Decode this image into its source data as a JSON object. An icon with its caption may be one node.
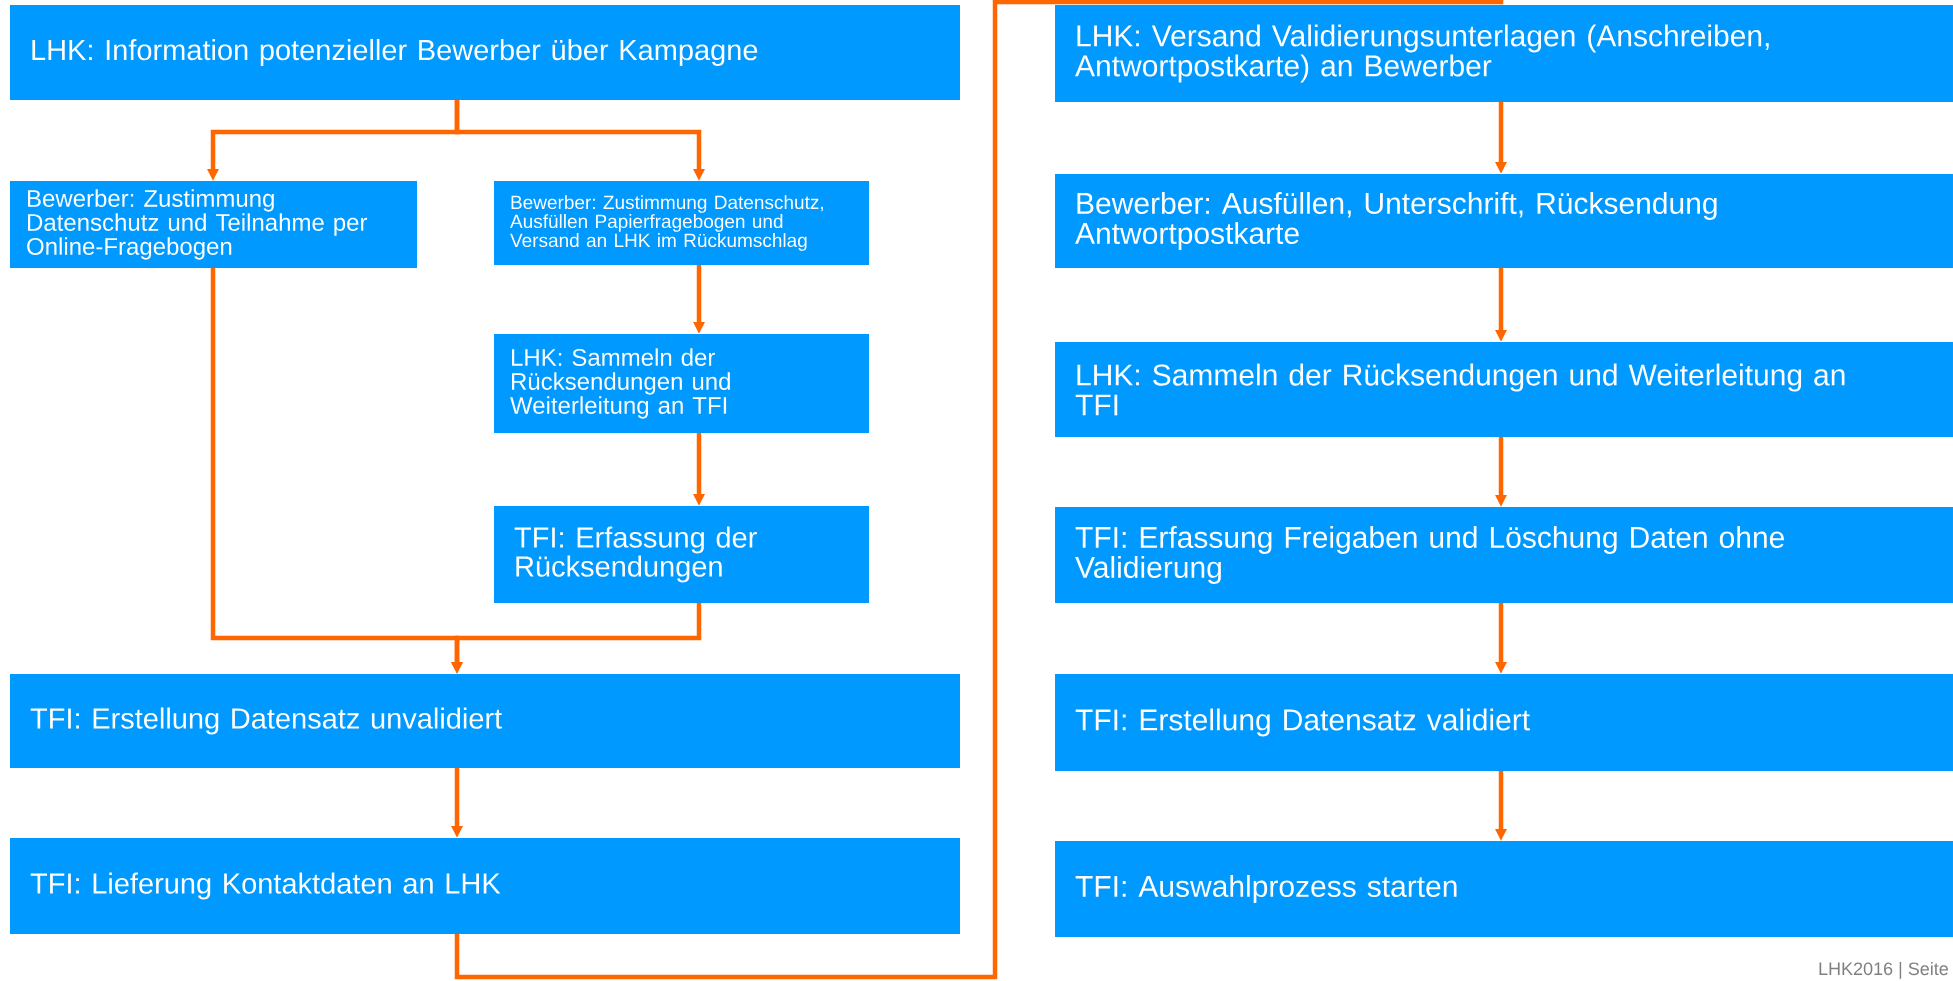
{
  "diagram": {
    "nodes": [
      {
        "text": [
          "LHK: Information potenzieller Bewerber über Kampagne"
        ]
      },
      {
        "text": [
          "Bewerber: Zustimmung Datenschutz und Teilnahme per Online-Fragebogen"
        ]
      },
      {
        "text": [
          "Bewerber: Zustimmung Datenschutz, Ausfüllen Papierfragebogen und Versand an LHK im Rückumschlag"
        ]
      },
      {
        "text": [
          "LHK: Sammeln der Rücksendungen und Weiterleitung an TFI"
        ]
      },
      {
        "text": [
          "TFI: Erfassung der Rücksendungen"
        ]
      },
      {
        "text": [
          "TFI: Erstellung Datensatz unvalidiert"
        ]
      },
      {
        "text": [
          "TFI: Lieferung Kontaktdaten an LHK"
        ]
      },
      {
        "text": [
          "LHK: Versand Validierungsunterlagen (Anschreiben, Antwortpostkarte) an Bewerber"
        ]
      },
      {
        "text": [
          "Bewerber: Ausfüllen, Unterschrift, Rücksendung Antwortpostkarte"
        ]
      },
      {
        "text": [
          "LHK: Sammeln der Rücksendungen und Weiterleitung an TFI"
        ]
      },
      {
        "text": [
          "TFI: Erfassung Freigaben und Löschung Daten ohne Validierung"
        ]
      },
      {
        "text": [
          "TFI: Erstellung Datensatz validiert"
        ]
      },
      {
        "text": [
          "TFI: Auswahlprozess starten"
        ]
      }
    ],
    "edges": [
      {
        "from": 0,
        "to": 1,
        "arrow": "to"
      },
      {
        "from": 0,
        "to": 2,
        "arrow": "to"
      },
      {
        "from": 2,
        "to": 3,
        "arrow": "to"
      },
      {
        "from": 3,
        "to": 4,
        "arrow": "to"
      },
      {
        "from": 1,
        "to": 5,
        "arrow": "to"
      },
      {
        "from": 4,
        "to": 5,
        "arrow": "to"
      },
      {
        "from": 5,
        "to": 6,
        "arrow": "to"
      },
      {
        "from": 6,
        "to": 7,
        "arrow": "to"
      },
      {
        "from": 7,
        "to": 8,
        "arrow": "to"
      },
      {
        "from": 8,
        "to": 9,
        "arrow": "to"
      },
      {
        "from": 9,
        "to": 10,
        "arrow": "to"
      },
      {
        "from": 10,
        "to": 11,
        "arrow": "to"
      },
      {
        "from": 11,
        "to": 12,
        "arrow": "to"
      }
    ],
    "labels": [
      "LHK2016 | Seite"
    ]
  }
}
